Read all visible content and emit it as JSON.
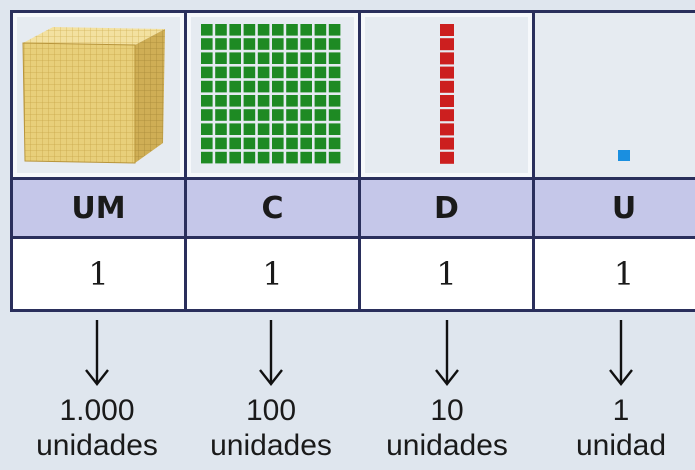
{
  "columns": [
    {
      "head": "UM",
      "value": "1",
      "number": "1.000",
      "unit_word": "unidades",
      "block_icon": "thousand-cube-icon",
      "block_color": "#e3c46a"
    },
    {
      "head": "C",
      "value": "1",
      "number": "100",
      "unit_word": "unidades",
      "block_icon": "hundred-flat-icon",
      "block_color": "#1e8a23"
    },
    {
      "head": "D",
      "value": "1",
      "number": "10",
      "unit_word": "unidades",
      "block_icon": "ten-rod-icon",
      "block_color": "#cc1f1f"
    },
    {
      "head": "U",
      "value": "1",
      "number": "1",
      "unit_word": "unidad",
      "block_icon": "unit-cube-icon",
      "block_color": "#1a8fe0"
    }
  ],
  "colors": {
    "border": "#2a2f5c",
    "header_bg": "#c5c7e9",
    "image_bg": "#e6ebf1",
    "page_bg": "#dfe6ee"
  }
}
